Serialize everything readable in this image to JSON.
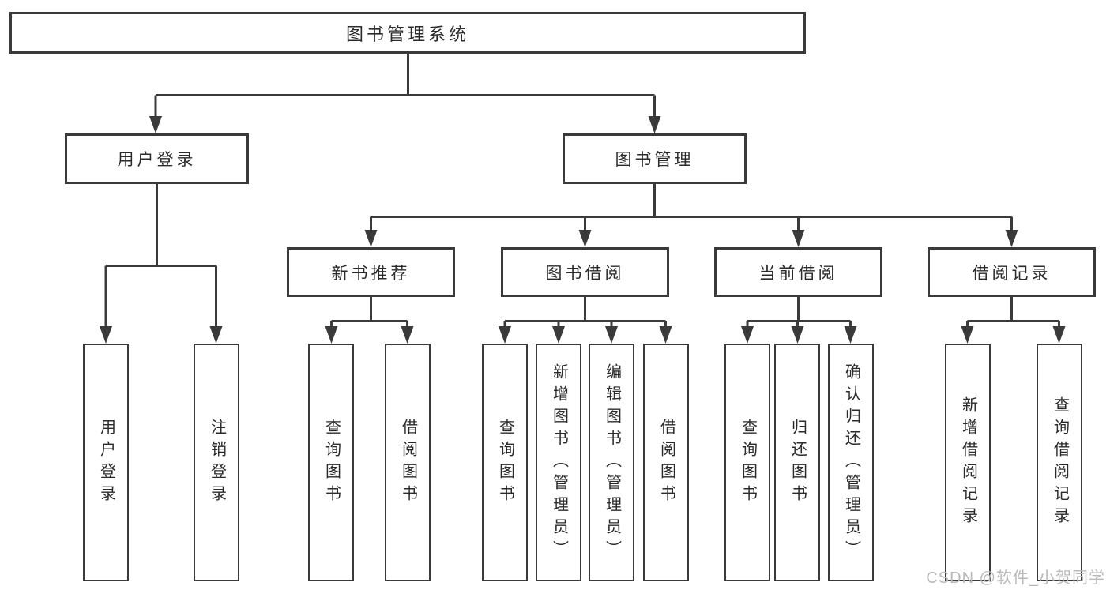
{
  "colors": {
    "line": "#3a3a3a",
    "text": "#2b2b2b",
    "watermark": "#b9b9b9",
    "bg": "#ffffff"
  },
  "watermark": {
    "text": "CSDN @软件_小贺同学"
  },
  "tree": {
    "root": {
      "label": "图书管理系统"
    },
    "level1": [
      {
        "label": "用户登录",
        "children": [
          "用户登录",
          "注销登录"
        ]
      },
      {
        "label": "图书管理"
      }
    ],
    "level2": [
      {
        "label": "新书推荐",
        "children": [
          "查询图书",
          "借阅图书"
        ]
      },
      {
        "label": "图书借阅",
        "children": [
          "查询图书",
          "新增图书（管理员）",
          "编辑图书（管理员）",
          "借阅图书"
        ]
      },
      {
        "label": "当前借阅",
        "children": [
          "查询图书",
          "归还图书",
          "确认归还（管理员）"
        ]
      },
      {
        "label": "借阅记录",
        "children": [
          "新增借阅记录",
          "查询借阅记录"
        ]
      }
    ]
  }
}
